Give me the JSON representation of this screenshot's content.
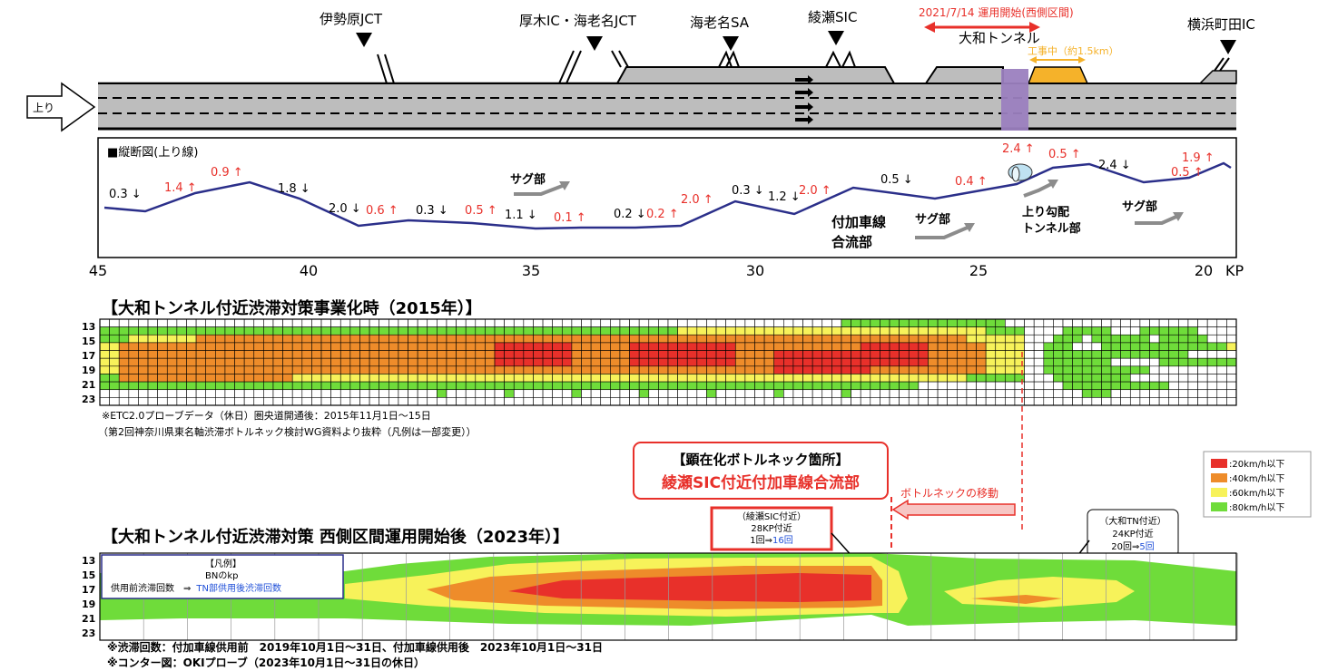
{
  "top_labels": {
    "isehara": "伊勢原JCT",
    "atsugi": "厚木IC・海老名JCT",
    "ebina_sa": "海老名SA",
    "ayase": "綾瀬SIC",
    "yokohama": "横浜町田IC",
    "open_date": "2021/7/14 運用開始(西側区間)",
    "yamato_tunnel": "大和トンネル",
    "construction": "工事中（約1.5km）",
    "direction": "上り"
  },
  "profile": {
    "title": "■縦断図(上り線)",
    "grades": [
      {
        "text": "0.3 ↓",
        "color": "#000000"
      },
      {
        "text": "1.4 ↑",
        "color": "#e8302a"
      },
      {
        "text": "0.9 ↑",
        "color": "#e8302a"
      },
      {
        "text": "1.8 ↓",
        "color": "#000000"
      },
      {
        "text": "2.0 ↓",
        "color": "#000000"
      },
      {
        "text": "0.6 ↑",
        "color": "#e8302a"
      },
      {
        "text": "0.3 ↓",
        "color": "#000000"
      },
      {
        "text": "0.5 ↑",
        "color": "#e8302a"
      },
      {
        "text": "1.1 ↓",
        "color": "#000000"
      },
      {
        "text": "0.1 ↑",
        "color": "#e8302a"
      },
      {
        "text": "0.2 ↓",
        "color": "#000000"
      },
      {
        "text": "0.2 ↑",
        "color": "#e8302a"
      },
      {
        "text": "2.0 ↑",
        "color": "#e8302a"
      },
      {
        "text": "0.3 ↓",
        "color": "#000000"
      },
      {
        "text": "1.2 ↓",
        "color": "#000000"
      },
      {
        "text": "2.0 ↑",
        "color": "#e8302a"
      },
      {
        "text": "0.5 ↓",
        "color": "#000000"
      },
      {
        "text": "0.4 ↑",
        "color": "#e8302a"
      },
      {
        "text": "2.4 ↑",
        "color": "#e8302a"
      },
      {
        "text": "0.5 ↑",
        "color": "#e8302a"
      },
      {
        "text": "2.4 ↓",
        "color": "#000000"
      },
      {
        "text": "0.5 ↑",
        "color": "#e8302a"
      },
      {
        "text": "1.9 ↑",
        "color": "#e8302a"
      }
    ],
    "sag1": "サグ部",
    "sag2": "サグ部",
    "sag3": "サグ部",
    "merge_line1": "付加車線",
    "merge_line2": "合流部",
    "tunnel_line1": "上り勾配",
    "tunnel_line2": "トンネル部"
  },
  "kp_axis": {
    "ticks": [
      "45",
      "40",
      "35",
      "30",
      "25",
      "20"
    ],
    "unit": "KP"
  },
  "heatmap_2015": {
    "title": "【大和トンネル付近渋滞対策事業化時（2015年）】",
    "rows": [
      "13",
      "15",
      "17",
      "19",
      "21",
      "23"
    ],
    "note1": "※ETC2.0プローブデータ（休日）圏央道開通後：2015年11月1日～15日",
    "note2": "（第2回神奈川県東名軸渋滞ボトルネック検討WG資料より抜粋（凡例は一部変更））"
  },
  "heatmap_2023": {
    "title": "【大和トンネル付近渋滞対策 西側区間運用開始後（2023年）】",
    "rows": [
      "13",
      "15",
      "17",
      "19",
      "21",
      "23"
    ],
    "note1": "※渋滞回数：付加車線供用前　2019年10月1日～31日、付加車線供用後　2023年10月1日～31日",
    "note2": "※コンター図：OKIプローブ（2023年10月1日～31日の休日）"
  },
  "legend_box": {
    "title": "【凡例】",
    "line1": "BNのkp",
    "line2_black": "供用前渋滞回数　⇒",
    "line2_blue": "TN部供用後渋滞回数"
  },
  "speed_legend": [
    {
      "color": "#e8302a",
      "text": ":20km/h以下"
    },
    {
      "color": "#ee8c2a",
      "text": ":40km/h以下"
    },
    {
      "color": "#f7f25a",
      "text": ":60km/h以下"
    },
    {
      "color": "#6fdc3a",
      "text": ":80km/h以下"
    }
  ],
  "bottleneck": {
    "line1": "【顕在化ボトルネック箇所】",
    "line2": "綾瀬SIC付近付加車線合流部",
    "move": "ボトルネックの移動"
  },
  "callout_ayase": {
    "l1": "（綾瀬SIC付近）",
    "l2": "28KP付近",
    "l3a": "1回⇒",
    "l3b": "16回"
  },
  "callout_yamato": {
    "l1": "（大和TN付近）",
    "l2": "24KP付近",
    "l3a": "20回⇒",
    "l3b": "5回"
  },
  "colors": {
    "red": "#e8302a",
    "orange": "#ee8c2a",
    "yellow": "#f7f25a",
    "green": "#6fdc3a",
    "navy": "#2b2f8a",
    "purple": "#9b7fbf",
    "construction": "#f5b22a",
    "blue": "#1f4fd8"
  }
}
